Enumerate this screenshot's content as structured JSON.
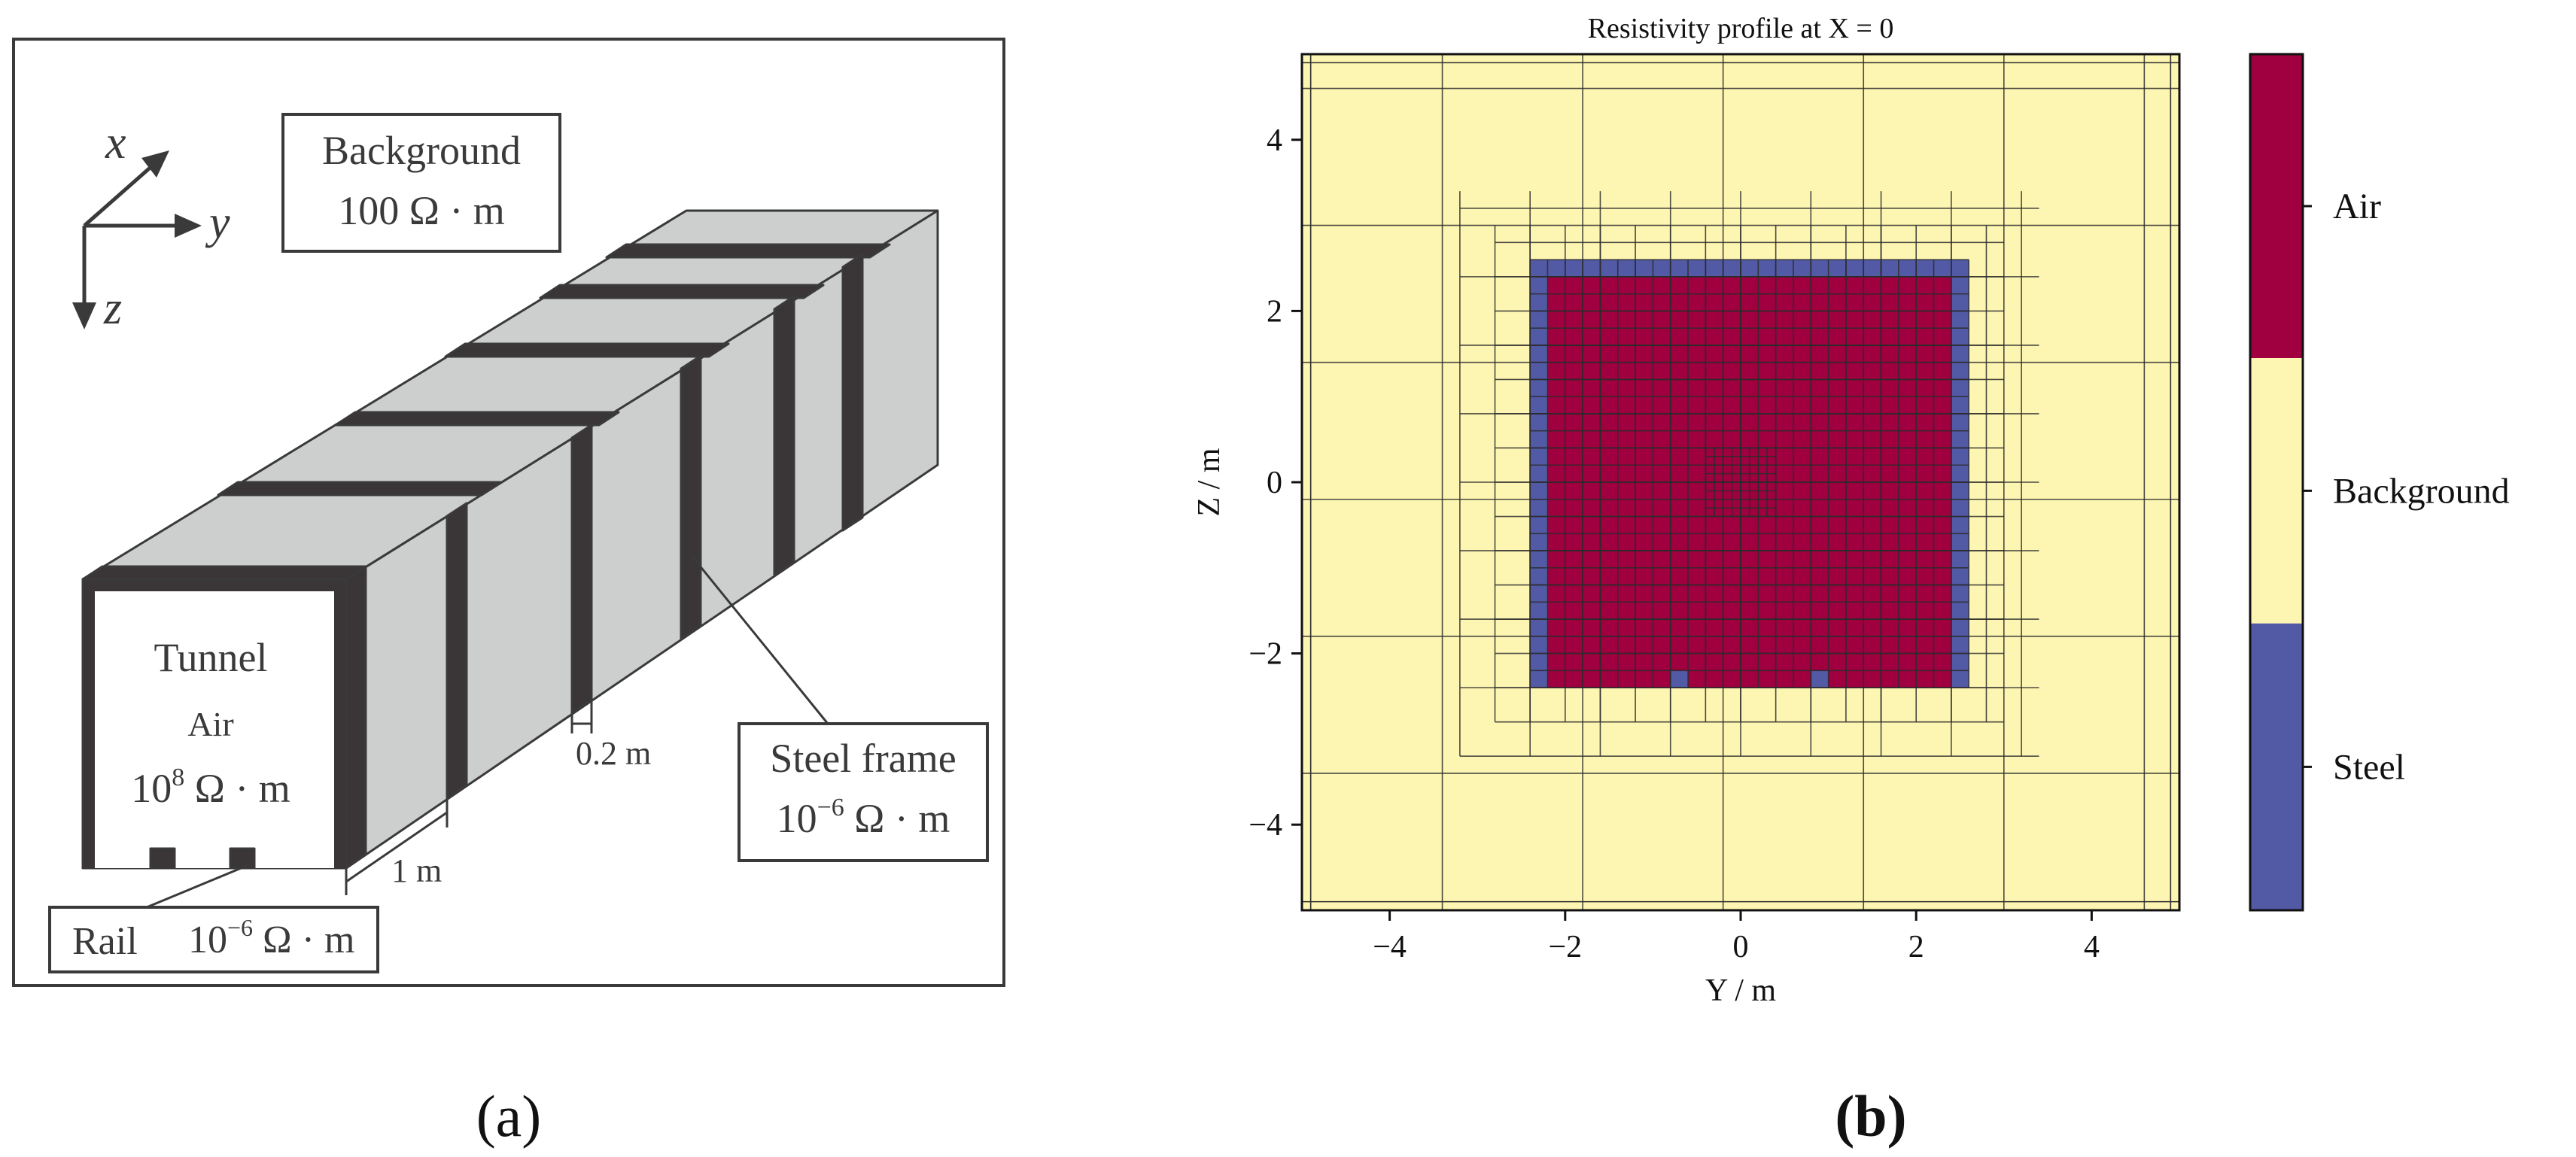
{
  "panel_a": {
    "label": "(a)",
    "axes": {
      "x": "x",
      "y": "y",
      "z": "z"
    },
    "background_box": {
      "title": "Background",
      "value": "100 Ω · m"
    },
    "tunnel_box": {
      "title": "Tunnel",
      "medium": "Air",
      "value_base": "10",
      "value_exp": "8",
      "value_unit": " Ω · m"
    },
    "steel_box": {
      "title": "Steel frame",
      "value_base": "10",
      "value_exp": "−6",
      "value_unit": " Ω · m"
    },
    "rail_box": {
      "title": "Rail",
      "value_base": "10",
      "value_exp": "−6",
      "value_unit": " Ω · m"
    },
    "dim_frame_width": "0.2 m",
    "dim_spacing": "1 m",
    "colors": {
      "frame": "#3a3536",
      "face": "#cdcfcf",
      "outline": "#3a3a3a"
    }
  },
  "panel_b": {
    "label": "(b)",
    "chart_data": {
      "type": "heatmap",
      "title": "Resistivity profile at X = 0",
      "xlabel": "Y / m",
      "ylabel": "Z / m",
      "xlim": [
        -5,
        5
      ],
      "ylim": [
        -5,
        5
      ],
      "xticks": [
        -4,
        -2,
        0,
        2,
        4
      ],
      "yticks": [
        -4,
        -2,
        0,
        2,
        4
      ],
      "tick_labels": [
        "−4",
        "−2",
        "0",
        "2",
        "4"
      ],
      "grid": true,
      "categories": [
        {
          "name": "Air",
          "color": "#a00040"
        },
        {
          "name": "Background",
          "color": "#fdf6b3"
        },
        {
          "name": "Steel",
          "color": "#5259a5"
        }
      ],
      "regions": [
        {
          "material": "Background",
          "y_range": [
            -5,
            5
          ],
          "z_range": [
            -5,
            5
          ]
        },
        {
          "material": "Steel",
          "y_range": [
            -2.4,
            2.6
          ],
          "z_range": [
            -2.4,
            2.6
          ]
        },
        {
          "material": "Air",
          "y_range": [
            -2.2,
            2.4
          ],
          "z_range": [
            -2.4,
            2.4
          ]
        },
        {
          "material": "Steel",
          "y_range": [
            -0.8,
            -0.6
          ],
          "z_range": [
            -2.4,
            -2.2
          ]
        },
        {
          "material": "Steel",
          "y_range": [
            0.8,
            1.0
          ],
          "z_range": [
            -2.4,
            -2.2
          ]
        }
      ],
      "colorbar_order": [
        "Air",
        "Background",
        "Steel"
      ]
    }
  }
}
